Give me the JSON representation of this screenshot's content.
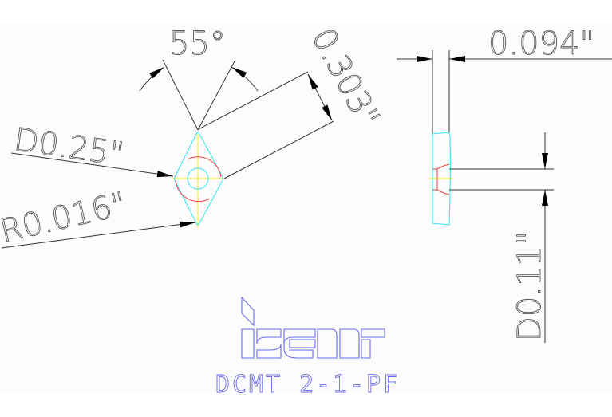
{
  "drawing": {
    "title": "DCMT 2-1-PF insert drawing",
    "brand": "iscar",
    "model": "DCMT 2-1-PF",
    "dimensions": {
      "angle": "55°",
      "inscribed_circle": "D0.25\"",
      "corner_radius": "R0.016\"",
      "edge_length": "0.303\"",
      "thickness": "0.094\"",
      "hole_diameter": "D0.11\""
    },
    "colors": {
      "background": "#fbfcfb",
      "dimension_lines": "#333333",
      "insert_outline": "#33e6f0",
      "centerline": "#f5f000",
      "hole_chamfer": "#f04040",
      "logo": "#6a6af0"
    }
  }
}
